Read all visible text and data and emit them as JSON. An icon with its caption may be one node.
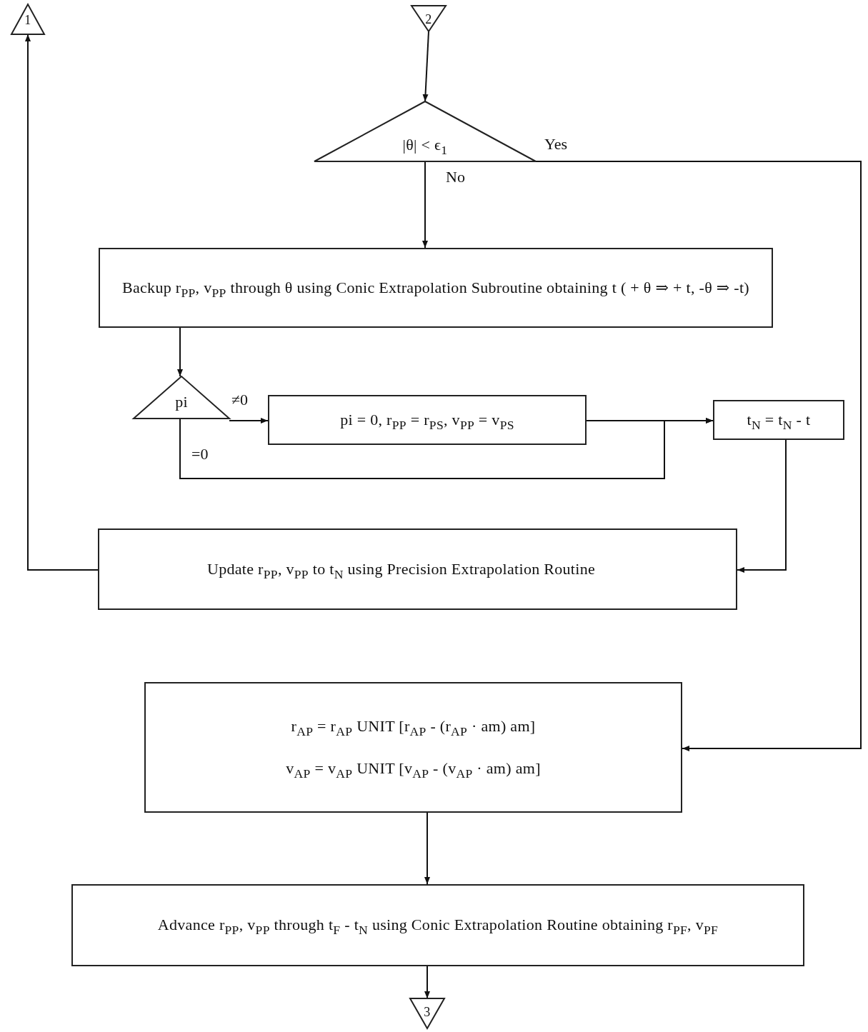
{
  "diagram": {
    "nodes": [
      {
        "text": [
          "1"
        ]
      },
      {
        "text": [
          "2"
        ]
      },
      {
        "text": [
          "|θ| < ϵ$_{1}$"
        ]
      },
      {
        "text": [
          "Backup r$_{PP}$, v$_{PP}$ through θ using Conic Extrapolation Subroutine obtaining t ( + θ ⇒ + t, -θ ⇒ -t)"
        ]
      },
      {
        "text": [
          "pi"
        ]
      },
      {
        "text": [
          "pi = 0, r$_{PP}$ = r$_{PS}$, v$_{PP}$ = v$_{PS}$"
        ]
      },
      {
        "text": [
          "t$_{N}$ = t$_{N}$ - t"
        ]
      },
      {
        "text": [
          "Update r$_{PP}$, v$_{PP}$ to t$_{N}$ using Precision Extrapolation Routine"
        ]
      },
      {
        "text": [
          "r$_{AP}$ = r$_{AP}$ UNIT [r$_{AP}$ - (r$_{AP}$ · am) am]",
          "v$_{AP}$ = v$_{AP}$ UNIT [v$_{AP}$ - (v$_{AP}$ · am) am]"
        ]
      },
      {
        "text": [
          "Advance r$_{PP}$, v$_{PP}$ through t$_{F}$ - t$_{N}$ using Conic Extrapolation Routine obtaining r$_{PF}$, v$_{PF}$"
        ]
      },
      {
        "text": [
          "3"
        ]
      }
    ],
    "edges": [
      {
        "from": 1,
        "to": 2,
        "arrow": "to"
      },
      {
        "from": 2,
        "to": 3,
        "arrow": "to",
        "label": "No"
      },
      {
        "from": 2,
        "to": 8,
        "arrow": "to",
        "label": "Yes"
      },
      {
        "from": 3,
        "to": 4,
        "arrow": "to"
      },
      {
        "from": 4,
        "to": 5,
        "arrow": "to",
        "label": "≠0"
      },
      {
        "from": 4,
        "to": 6,
        "arrow": "to",
        "label": "=0"
      },
      {
        "from": 5,
        "to": 6,
        "arrow": "to"
      },
      {
        "from": 6,
        "to": 7,
        "arrow": "to"
      },
      {
        "from": 7,
        "to": 0,
        "arrow": "to"
      },
      {
        "from": 8,
        "to": 9,
        "arrow": "to"
      },
      {
        "from": 9,
        "to": 10,
        "arrow": "to"
      }
    ]
  }
}
